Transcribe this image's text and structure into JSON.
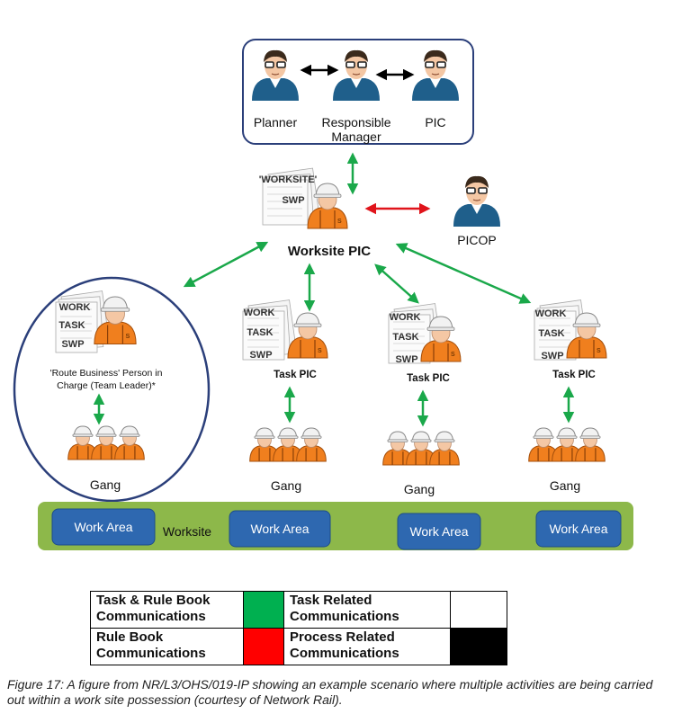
{
  "diagram": {
    "top_box": {
      "people": [
        "Planner",
        "Responsible\nManager",
        "PIC"
      ]
    },
    "worksite_pic": {
      "doc_label": "'WORKSITE'\nSWP",
      "label": "Worksite PIC"
    },
    "picop": {
      "label": "PICOP"
    },
    "route_business": {
      "doc_label": "WORK\nTASK\nSWP",
      "label": "'Route Business' Person in\nCharge (Team Leader)*",
      "gang_label": "Gang"
    },
    "task_groups": [
      {
        "doc_label": "WORK\nTASK\nSWP",
        "pic_label": "Task PIC",
        "gang_label": "Gang"
      },
      {
        "doc_label": "WORK\nTASK\nSWP",
        "pic_label": "Task PIC",
        "gang_label": "Gang"
      },
      {
        "doc_label": "WORK\nTASK\nSWP",
        "pic_label": "Task PIC",
        "gang_label": "Gang"
      }
    ],
    "work_areas": [
      "Work Area",
      "Work Area",
      "Work Area",
      "Work Area"
    ],
    "worksite_label": "Worksite",
    "colors": {
      "green_arrow": "#1aa84a",
      "red_arrow": "#e0141b",
      "black_arrow": "#000000",
      "orange_vest": "#f07f1e",
      "blue_person": "#1f5f8b",
      "work_area_blue": "#2e68b0",
      "worksite_band": "#8db84a",
      "circle_border": "#2b3f7a"
    }
  },
  "legend": {
    "rows": [
      {
        "label1": "Task & Rule Book\nCommunications",
        "color1": "#00b050",
        "label2": "Task Related\nCommunications",
        "color2": "#ffffff"
      },
      {
        "label1": "Rule Book\nCommunications",
        "color1": "#ff0000",
        "label2": "Process Related\nCommunications",
        "color2": "#000000"
      }
    ]
  },
  "caption": "Figure 17: A figure from NR/L3/OHS/019-IP showing an example scenario where multiple activities are being carried out within a work site possession (courtesy of Network Rail)."
}
